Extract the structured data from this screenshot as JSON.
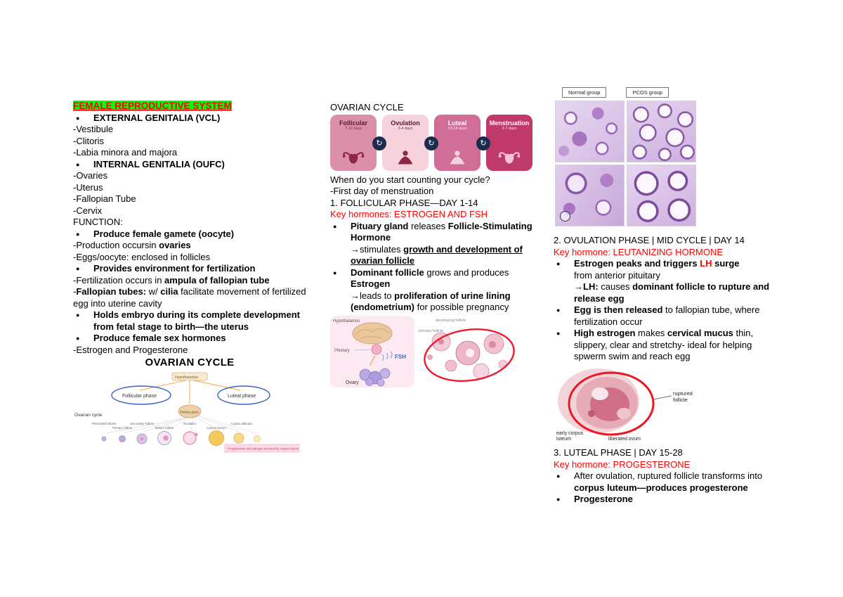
{
  "col1": {
    "title": "FEMALE REPRODUCTIVE SYSTEM",
    "ext_heading": "EXTERNAL GENITALIA (VCL)",
    "ext_items": [
      "-Vestibule",
      "-Clitoris",
      "-Labia minora and majora"
    ],
    "int_heading": "INTERNAL GENITALIA (OUFC)",
    "int_items": [
      "-Ovaries",
      "-Uterus",
      "-Fallopian Tube",
      "-Cervix"
    ],
    "function_label": "FUNCTION:",
    "gamete_heading": "Produce female gamete (oocyte)",
    "production_pre": "-Production occursin ",
    "production_bold": "ovaries",
    "eggs_line": "-Eggs/oocyte: enclosed in follicles",
    "env_heading": "Provides environment for fertilization",
    "fert_pre": "-Fertilization occurs in ",
    "fert_bold": "ampula of fallopian tube",
    "tubes_dash": "-",
    "tubes_bold1": "Fallopian tubes:",
    "tubes_mid": " w/ ",
    "tubes_bold2": "cilia",
    "tubes_rest": " facilitate movement of fertilized egg into uterine cavity",
    "embryo_heading": "Holds embryo during its complete development from fetal stage to birth—the uterus",
    "hormones_heading": "Produce female sex hormones",
    "hormones_line": "-Estrogen and Progesterone",
    "cycle_heading": "OVARIAN CYCLE",
    "diagram": {
      "left_label": "Ovarian cycle",
      "top_label": "Hypothalamus",
      "center_label": "Pituitary gland",
      "follicular_label": "Follicular phase",
      "luteal_label": "Luteal phase",
      "stages": [
        "Primordial follicles",
        "Primary follicle",
        "Secondary follicle",
        "Mature follicle",
        "Ovulation",
        "Corpus luteum",
        "Corpus albicans"
      ],
      "banner": "Progesterone and estrogen secreted by corpus luteum"
    }
  },
  "col2": {
    "heading": "OVARIAN CYCLE",
    "phases": [
      {
        "name": "Follicular",
        "days": "7-10 days"
      },
      {
        "name": "Ovulation",
        "days": "3-4 days"
      },
      {
        "name": "Luteal",
        "days": "10-14 days"
      },
      {
        "name": "Menstruation",
        "days": "3-7 days"
      }
    ],
    "question": "When do you start counting your cycle?",
    "answer": "-First day of menstruation",
    "phase1_heading": "1. FOLLICULAR PHASE—DAY 1-14",
    "phase1_key": "Key hormones: ESTROGEN AND FSH",
    "pituitary_bold1": "Pituary gland",
    "pituitary_mid": " releases ",
    "pituitary_bold2": "Follicle-Stimulating Hormone",
    "stimulates_pre": "→stimulates ",
    "stimulates_bold": "growth and development of ovarian follicle",
    "dominant_bold1": "Dominant follicle",
    "dominant_mid": " grows and produces ",
    "dominant_bold2": "Estrogen",
    "leads_pre": "→leads to ",
    "leads_bold": "proliferation of urine lining (endometrium)",
    "leads_post": " for possible pregnancy",
    "fig": {
      "hypothalamus": "Hypothalamus",
      "pituitary": "Pituitary",
      "ovary": "Ovary",
      "fsh": "FSH",
      "label1": "developing follicle",
      "label2": "primary follicle"
    }
  },
  "col3": {
    "caption_normal": "Normal group",
    "caption_pcos": "PCOS group",
    "phase2_heading": "2. OVULATION PHASE | MID CYCLE | DAY 14",
    "phase2_key": "Key hormone: LEUTANIZING HORMONE",
    "estrogen_bold1": "Estrogen peaks and triggers ",
    "estrogen_lh": "LH",
    "estrogen_bold2": " surge",
    "estrogen_rest": "from anterior pituitary",
    "lh_pre": "→",
    "lh_bold1": "LH:",
    "lh_mid": " causes ",
    "lh_bold2": "dominant follicle to rupture and release egg",
    "egg_bold": "Egg is then released",
    "egg_rest": " to fallopian tube, where fertilization occur",
    "mucus_bold1": "High estrogen",
    "mucus_mid1": " makes ",
    "mucus_bold2": "cervical mucus",
    "mucus_rest": " thin, slippery, clear and stretchy-  ideal for helping spwerm swim and reach egg",
    "fig": {
      "ruptured_l1": "ruptured",
      "ruptured_l2": "follicle",
      "corpus_l1": "early corpus",
      "corpus_l2": "luteum",
      "ovum": "liberated ovum"
    },
    "phase3_heading": "3. LUTEAL PHASE | DAY 15-28",
    "phase3_key": "Key hormone: PROGESTERONE",
    "after_pre": "After ovulation, ruptured follicle transforms into ",
    "after_bold": "corpus luteum—produces progesterone",
    "progesterone_bold": "Progesterone"
  }
}
